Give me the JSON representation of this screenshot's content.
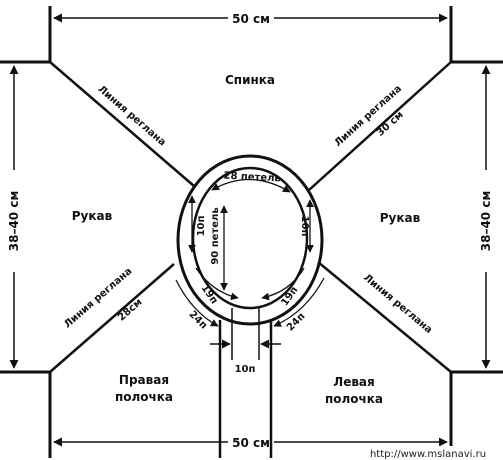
{
  "diagram": {
    "back_label": "Спинка",
    "left_sleeve_label": "Рукав",
    "right_sleeve_label": "Рукав",
    "right_front_label": [
      "Правая",
      "полочка"
    ],
    "left_front_label": [
      "Левая",
      "полочка"
    ],
    "top_width": "50 см",
    "bottom_width": "50 см",
    "left_height": "38–40 см",
    "right_height": "38–40 см",
    "raglan_top_left": "Линия реглана",
    "raglan_top_right": [
      "Линия реглана",
      "30 см"
    ],
    "raglan_bottom_left": [
      "Линия реглана",
      "28см"
    ],
    "raglan_bottom_right": "Линия реглана",
    "neck_top": "28 петель",
    "neck_vertical": "90 петель",
    "neck_left_side": "10п",
    "neck_right_side": "10п",
    "neck_lower_left": "19п",
    "neck_lower_right": "19п",
    "neck_bottom_left": "24п",
    "neck_bottom_right": "24п",
    "placket": "10п",
    "watermark": "http://www.mslanavi.ru"
  }
}
